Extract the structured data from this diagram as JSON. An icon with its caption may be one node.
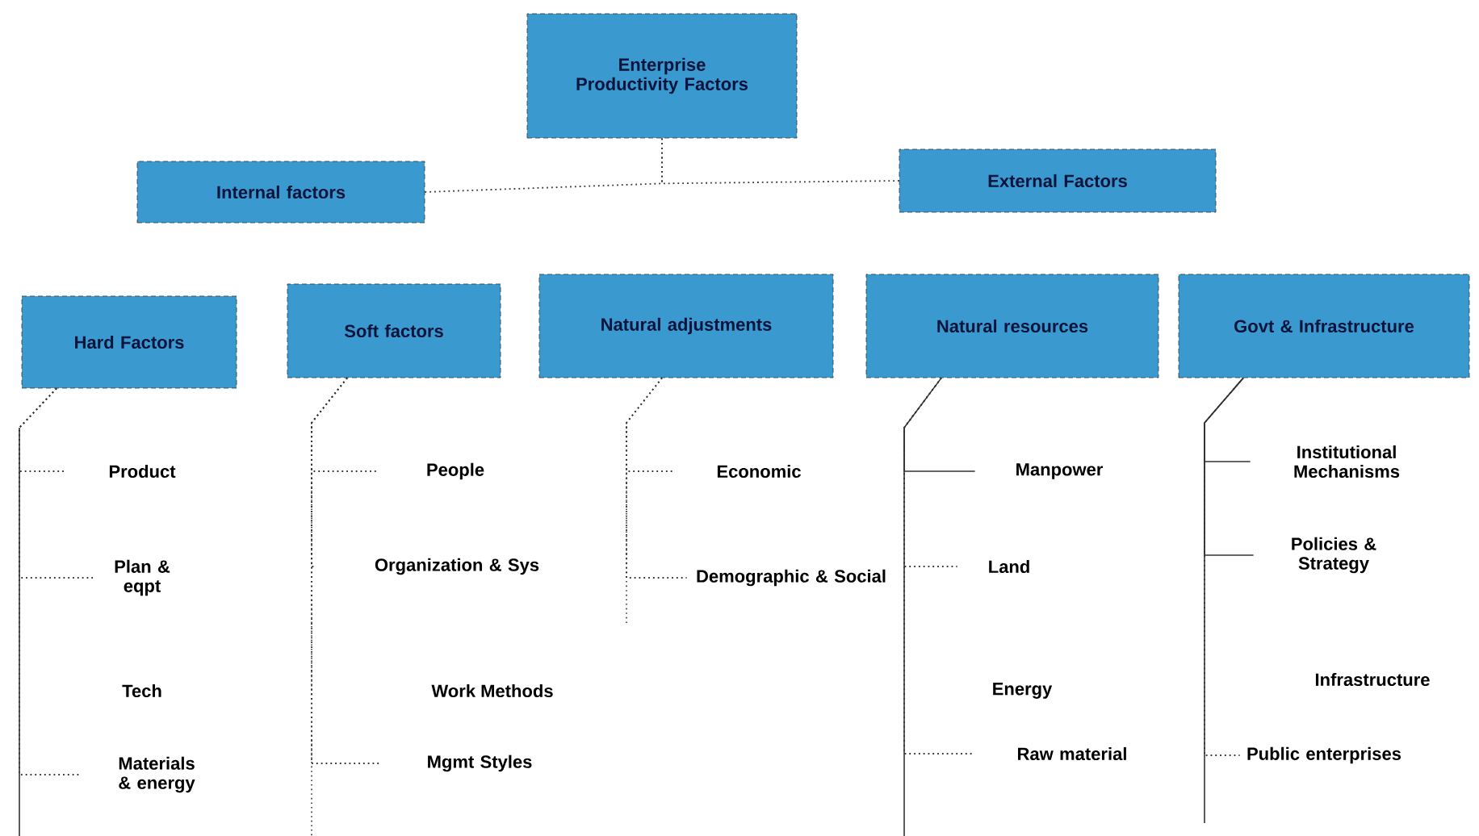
{
  "diagram": {
    "nodes": [
      {
        "text": [
          "Enterprise Productivity Factors"
        ]
      },
      {
        "text": [
          "Internal factors"
        ]
      },
      {
        "text": [
          "External Factors"
        ]
      },
      {
        "text": [
          "Hard Factors"
        ]
      },
      {
        "text": [
          "Soft factors"
        ]
      },
      {
        "text": [
          "Natural adjustments"
        ]
      },
      {
        "text": [
          "Natural resources"
        ]
      },
      {
        "text": [
          "Govt & Infrastructure"
        ]
      },
      {
        "text": [
          "Product"
        ]
      },
      {
        "text": [
          "Plan & eqpt"
        ]
      },
      {
        "text": [
          "Materials & energy"
        ]
      },
      {
        "text": [
          "People"
        ]
      },
      {
        "text": [
          "Organization & Sys"
        ]
      },
      {
        "text": [
          "Mgmt Styles"
        ]
      },
      {
        "text": [
          "Economic"
        ]
      },
      {
        "text": [
          "Demographic & Social"
        ]
      },
      {
        "text": [
          "Manpower"
        ]
      },
      {
        "text": [
          "Land"
        ]
      },
      {
        "text": [
          "Raw material"
        ]
      },
      {
        "text": [
          "Institutional Mechanisms"
        ]
      },
      {
        "text": [
          "Policies & Strategy"
        ]
      },
      {
        "text": [
          "Public enterprises"
        ]
      }
    ],
    "edges": [
      {
        "from": 0,
        "to": 1,
        "arrow": "none",
        "style": "dashed"
      },
      {
        "from": 0,
        "to": 2,
        "arrow": "none",
        "style": "dashed"
      },
      {
        "from": 3,
        "to": 8,
        "arrow": "none",
        "style": "dashed"
      },
      {
        "from": 3,
        "to": 9,
        "arrow": "none",
        "style": "dashed"
      },
      {
        "from": 3,
        "to": 10,
        "arrow": "none",
        "style": "dashed"
      },
      {
        "from": 4,
        "to": 11,
        "arrow": "none",
        "style": "dashed"
      },
      {
        "from": 4,
        "to": 12,
        "arrow": "none",
        "style": "dashed"
      },
      {
        "from": 4,
        "to": 13,
        "arrow": "none",
        "style": "dashed"
      },
      {
        "from": 5,
        "to": 14,
        "arrow": "none",
        "style": "dashed"
      },
      {
        "from": 5,
        "to": 15,
        "arrow": "none",
        "style": "dashed"
      },
      {
        "from": 6,
        "to": 16,
        "arrow": "none"
      },
      {
        "from": 6,
        "to": 17,
        "arrow": "none",
        "style": "dashed"
      },
      {
        "from": 6,
        "to": 18,
        "arrow": "none",
        "style": "dashed"
      },
      {
        "from": 7,
        "to": 19,
        "arrow": "none"
      },
      {
        "from": 7,
        "to": 20,
        "arrow": "none"
      },
      {
        "from": 7,
        "to": 21,
        "arrow": "none",
        "style": "dashed"
      }
    ],
    "labels": [
      "Tech",
      "Work Methods",
      "Energy",
      "Infrastructure"
    ]
  }
}
